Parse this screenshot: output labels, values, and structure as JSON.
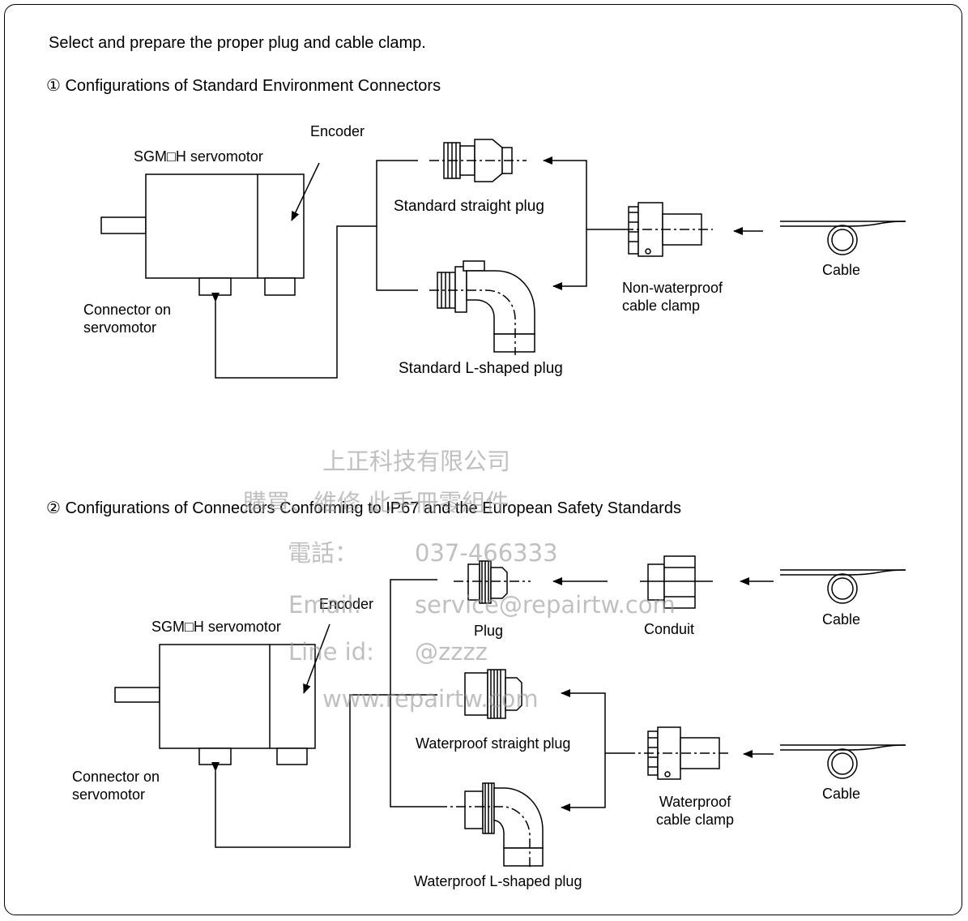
{
  "intro": "Select and prepare the proper plug and cable clamp.",
  "section1": {
    "heading": "① Configurations of Standard Environment Connectors",
    "motor_label": "SGM□H servomotor",
    "encoder_label": "Encoder",
    "connector_label": "Connector on\nservomotor",
    "straight_plug": "Standard straight plug",
    "l_plug": "Standard L-shaped plug",
    "clamp": "Non-waterproof\ncable clamp",
    "cable": "Cable"
  },
  "section2": {
    "heading": "② Configurations of Connectors Conforming to IP67 and the European Safety Standards",
    "motor_label": "SGM□H servomotor",
    "encoder_label": "Encoder",
    "connector_label": "Connector on\nservomotor",
    "plug": "Plug",
    "conduit": "Conduit",
    "cable_top": "Cable",
    "straight_plug": "Waterproof straight plug",
    "l_plug": "Waterproof L-shaped plug",
    "clamp": "Waterproof\ncable clamp",
    "cable_bottom": "Cable"
  },
  "watermark": {
    "company": "上正科技有限公司",
    "services": "購買、維修 此手冊零組件",
    "phone_label": "電話：",
    "phone": "037-466333",
    "email_label": "Email:",
    "email": "service@repairtw.com",
    "line_label": "Line id:",
    "line": "@zzzz",
    "website": "www.repairtw.com"
  },
  "colors": {
    "line": "#000000",
    "watermark": "#9a9a9a",
    "background": "#ffffff"
  }
}
